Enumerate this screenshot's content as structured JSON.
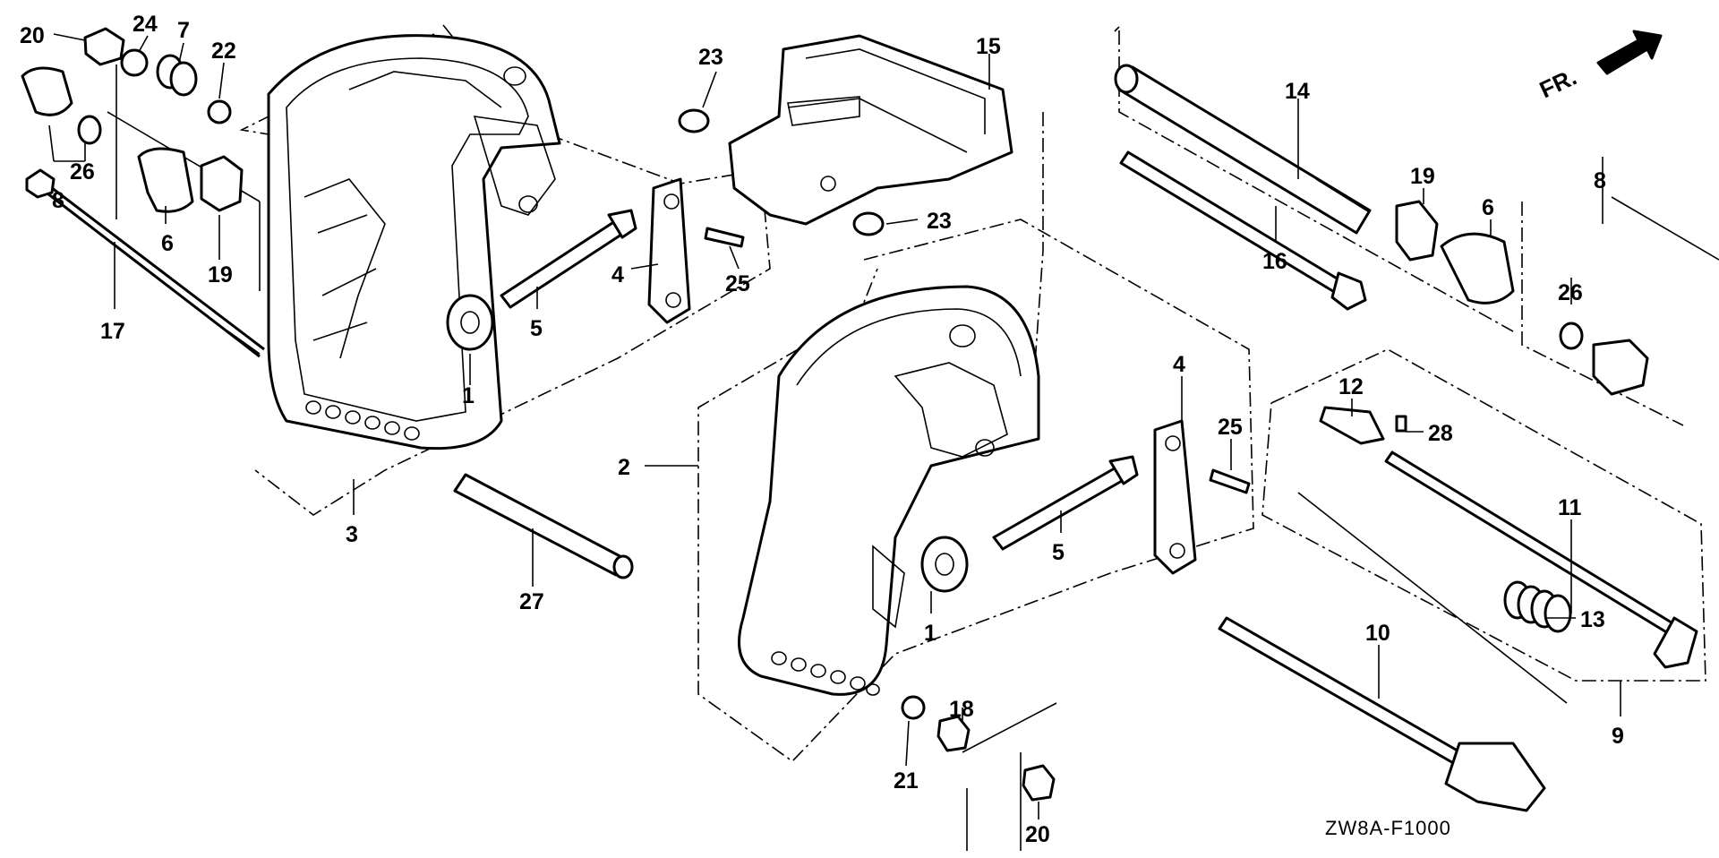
{
  "diagram": {
    "code": "ZW8A-F1000",
    "front_marker": "FR.",
    "callouts": [
      {
        "id": "c20a",
        "text": "20"
      },
      {
        "id": "c24",
        "text": "24"
      },
      {
        "id": "c7",
        "text": "7"
      },
      {
        "id": "c22",
        "text": "22"
      },
      {
        "id": "c26a",
        "text": "26"
      },
      {
        "id": "c8a",
        "text": "8"
      },
      {
        "id": "c6a",
        "text": "6"
      },
      {
        "id": "c19a",
        "text": "19"
      },
      {
        "id": "c17",
        "text": "17"
      },
      {
        "id": "c3",
        "text": "3"
      },
      {
        "id": "c1a",
        "text": "1"
      },
      {
        "id": "c5a",
        "text": "5"
      },
      {
        "id": "c4a",
        "text": "4"
      },
      {
        "id": "c25a",
        "text": "25"
      },
      {
        "id": "c23a",
        "text": "23"
      },
      {
        "id": "c23b",
        "text": "23"
      },
      {
        "id": "c15",
        "text": "15"
      },
      {
        "id": "c14",
        "text": "14"
      },
      {
        "id": "c16",
        "text": "16"
      },
      {
        "id": "c19b",
        "text": "19"
      },
      {
        "id": "c6b",
        "text": "6"
      },
      {
        "id": "c8b",
        "text": "8"
      },
      {
        "id": "c26b",
        "text": "26"
      },
      {
        "id": "c2",
        "text": "2"
      },
      {
        "id": "c27",
        "text": "27"
      },
      {
        "id": "c4b",
        "text": "4"
      },
      {
        "id": "c25b",
        "text": "25"
      },
      {
        "id": "c5b",
        "text": "5"
      },
      {
        "id": "c1b",
        "text": "1"
      },
      {
        "id": "c12",
        "text": "12"
      },
      {
        "id": "c28",
        "text": "28"
      },
      {
        "id": "c11",
        "text": "11"
      },
      {
        "id": "c13",
        "text": "13"
      },
      {
        "id": "c10",
        "text": "10"
      },
      {
        "id": "c9",
        "text": "9"
      },
      {
        "id": "c18",
        "text": "18"
      },
      {
        "id": "c21",
        "text": "21"
      },
      {
        "id": "c20b",
        "text": "20"
      }
    ]
  }
}
